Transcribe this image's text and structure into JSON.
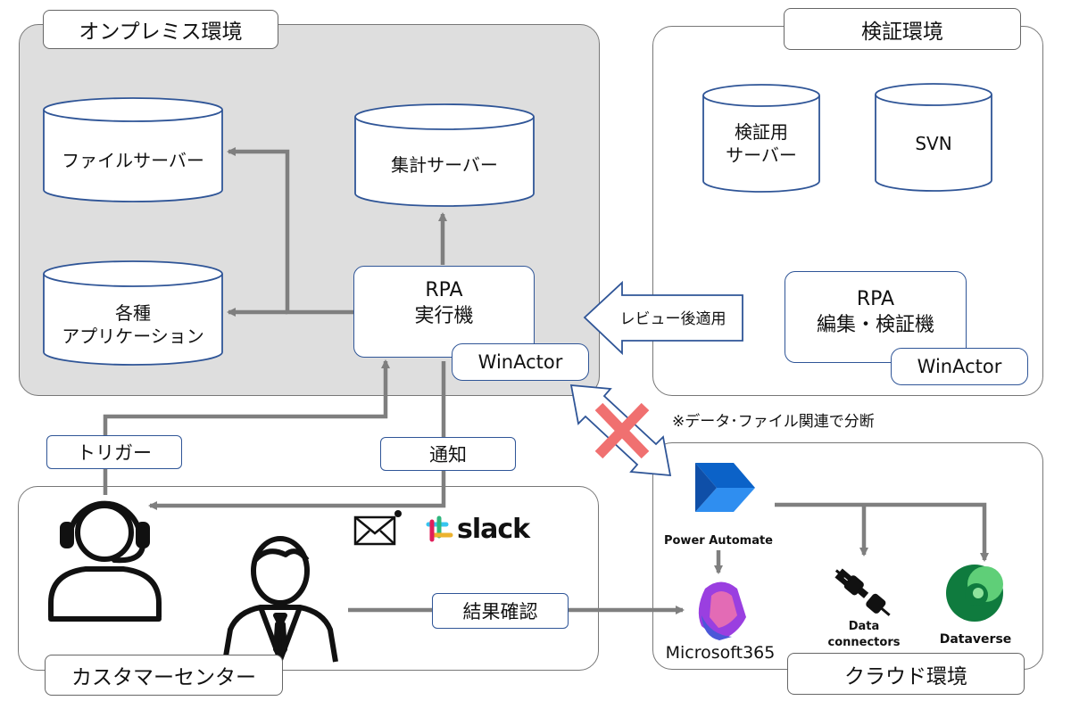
{
  "regions": {
    "onprem": "オンプレミス環境",
    "verification": "検証環境",
    "customer_center": "カスタマーセンター",
    "cloud": "クラウド環境"
  },
  "nodes": {
    "file_server": "ファイルサーバー",
    "aggregation_server": "集計サーバー",
    "apps_line1": "各種",
    "apps_line2": "アプリケーション",
    "rpa_exec_line1": "RPA",
    "rpa_exec_line2": "実行機",
    "winactor_exec": "WinActor",
    "verify_server_line1": "検証用",
    "verify_server_line2": "サーバー",
    "svn": "SVN",
    "rpa_edit_line1": "RPA",
    "rpa_edit_line2": "編集・検証機",
    "winactor_edit": "WinActor"
  },
  "arrows": {
    "review_apply": "レビュー後適用",
    "trigger": "トリガー",
    "notify": "通知",
    "result_check": "結果確認",
    "separation_note": "※データ･ファイル関連で分断"
  },
  "cloud_items": {
    "power_automate": "Power Automate",
    "microsoft365": "Microsoft365",
    "data_connectors_line1": "Data",
    "data_connectors_line2": "connectors",
    "dataverse": "Dataverse"
  },
  "logos": {
    "slack": "slack"
  },
  "icons": [
    "mail-icon",
    "slack-icon",
    "headset-operator-icon",
    "businessman-icon",
    "power-automate-icon",
    "microsoft365-icon",
    "plug-icon",
    "dataverse-icon",
    "blocked-cross-icon"
  ],
  "colors": {
    "region_gray": "#dedede",
    "border_blue": "#2f5597",
    "arrow_gray": "#7f7f7f",
    "cross_red": "#f07070"
  }
}
